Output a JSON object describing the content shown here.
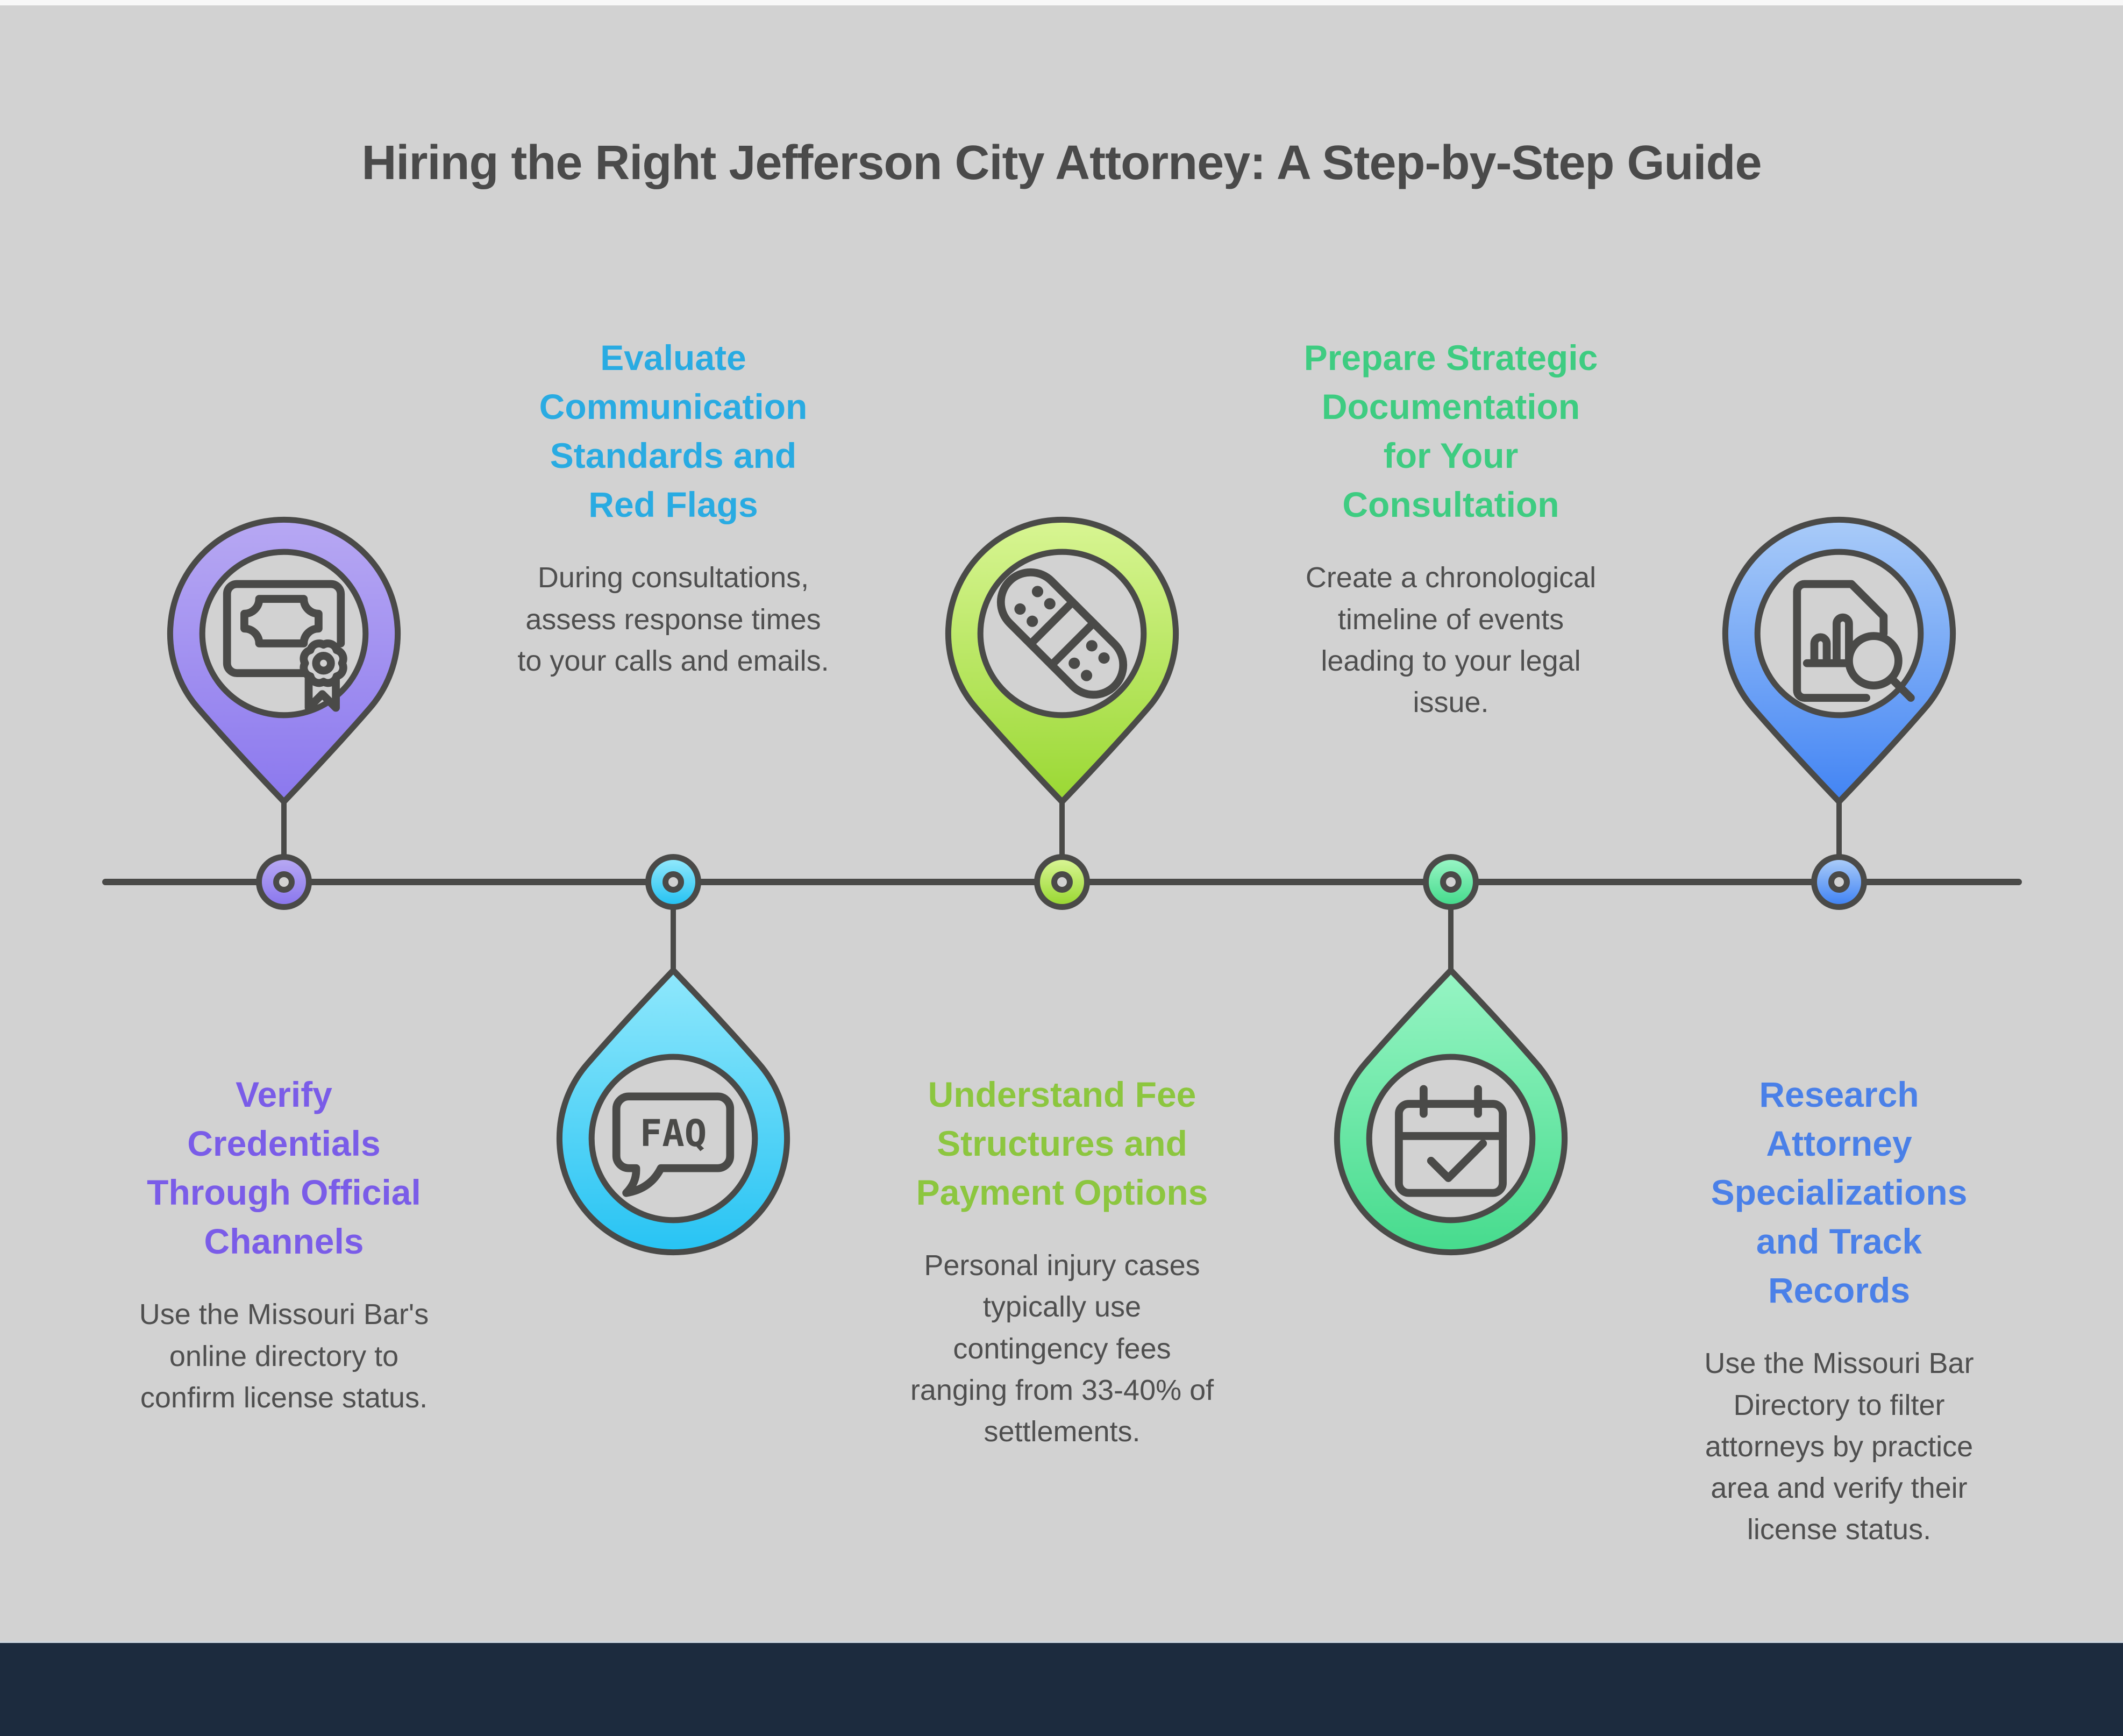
{
  "page": {
    "title": "Hiring the Right Jefferson City Attorney: A Step-by-Step Guide",
    "background_color": "#d2d2d2",
    "top_strip_color": "#f8f8f8",
    "footer_color": "#1c2b3e",
    "outline_color": "#4a4a48",
    "title_color": "#4a4a4a",
    "body_text_color": "#4f4f4f"
  },
  "timeline": {
    "line_color": "#4a4a48",
    "node_count": 5
  },
  "steps": [
    {
      "icon": "certificate-icon",
      "pin_position": "above-line",
      "accent": "#7a5ce8",
      "gradient_top": "#b7a8f3",
      "gradient_bottom": "#8b78ee",
      "title": "Verify\nCredentials\nThrough Official\nChannels",
      "description": "Use the Missouri Bar's\nonline directory to\nconfirm license status."
    },
    {
      "icon": "faq-icon",
      "faq_label": "FAQ",
      "pin_position": "below-line",
      "accent": "#29abe2",
      "gradient_top": "#8fe8fc",
      "gradient_bottom": "#27c3f3",
      "title": "Evaluate\nCommunication\nStandards and\nRed Flags",
      "description": "During consultations,\nassess response times\nto your calls and emails."
    },
    {
      "icon": "bandage-icon",
      "pin_position": "above-line",
      "accent": "#8cc63f",
      "gradient_top": "#d8f593",
      "gradient_bottom": "#9ad833",
      "title": "Understand Fee\nStructures and\nPayment Options",
      "description": "Personal injury cases\ntypically use\ncontingency fees\nranging from 33-40% of\nsettlements."
    },
    {
      "icon": "calendar-check-icon",
      "pin_position": "below-line",
      "accent": "#3ecc81",
      "gradient_top": "#97f5c4",
      "gradient_bottom": "#46db8d",
      "title": "Prepare Strategic\nDocumentation\nfor Your\nConsultation",
      "description": "Create a chronological\ntimeline of events\nleading to your legal\nissue."
    },
    {
      "icon": "document-search-icon",
      "pin_position": "above-line",
      "accent": "#4a80e8",
      "gradient_top": "#a9cbf8",
      "gradient_bottom": "#4284f4",
      "title": "Research\nAttorney\nSpecializations\nand Track\nRecords",
      "description": "Use the Missouri Bar\nDirectory to filter\nattorneys by practice\narea and verify their\nlicense status."
    }
  ]
}
